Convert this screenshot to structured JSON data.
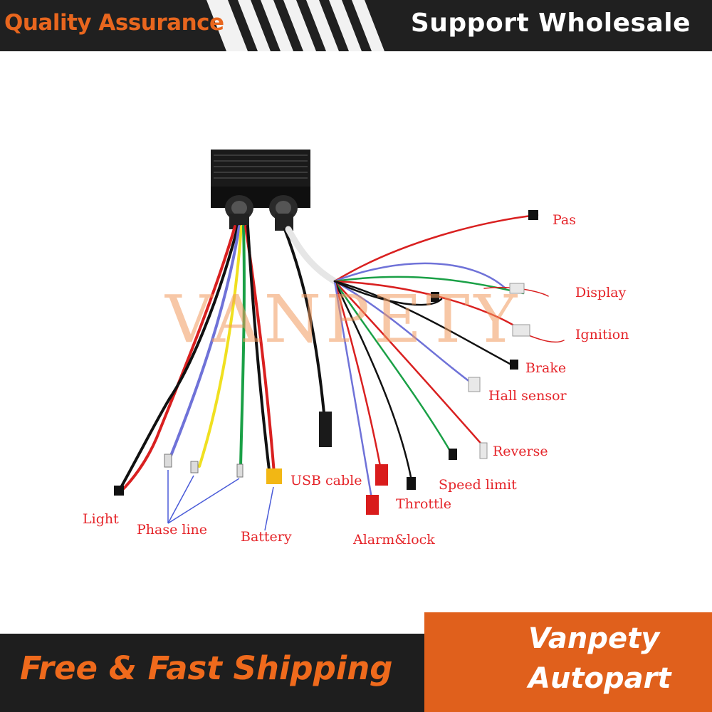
{
  "header": {
    "left_text": "Quality Assurance",
    "right_text": "Support Wholesale"
  },
  "watermark": "VANPETY",
  "labels": {
    "pas": "Pas",
    "display": "Display",
    "ignition": "Ignition",
    "brake": "Brake",
    "hall_sensor": "Hall sensor",
    "reverse": "Reverse",
    "speed_limit": "Speed limit",
    "throttle": "Throttle",
    "usb_cable": "USB cable",
    "alarm_lock": "Alarm&lock",
    "battery": "Battery",
    "phase_line": "Phase line",
    "light": "Light"
  },
  "footer": {
    "shipping": "Free & Fast Shipping",
    "brand_line1": "Vanpety",
    "brand_line2": "Autopart"
  },
  "colors": {
    "banner_dark": "#202020",
    "accent_orange": "#e8661e",
    "label_red": "#e5252a",
    "brand_block": "#e0601c"
  }
}
